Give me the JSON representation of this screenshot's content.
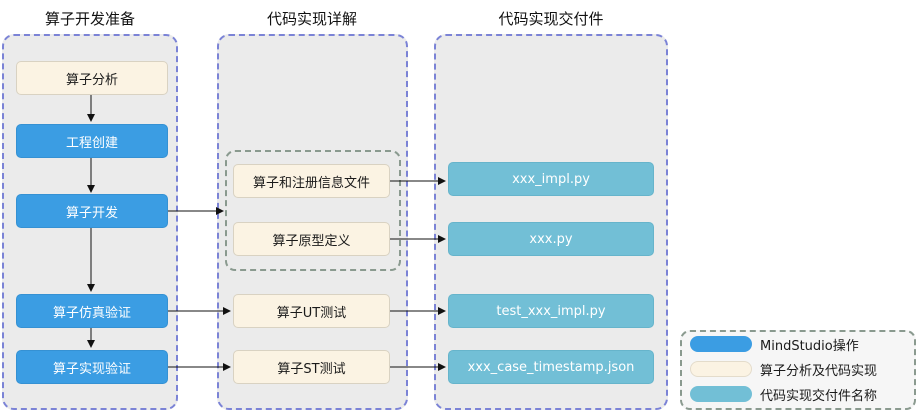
{
  "columns": [
    {
      "title": "算子开发准备"
    },
    {
      "title": "代码实现详解"
    },
    {
      "title": "代码实现交付件"
    }
  ],
  "prep_steps": [
    "算子分析",
    "工程创建",
    "算子开发",
    "算子仿真验证",
    "算子实现验证"
  ],
  "code_steps": [
    "算子和注册信息文件",
    "算子原型定义",
    "算子UT测试",
    "算子ST测试"
  ],
  "deliverables": [
    "xxx_impl.py",
    "xxx.py",
    "test_xxx_impl.py",
    "xxx_case_timestamp.json"
  ],
  "legend": [
    {
      "label": "MindStudio操作",
      "color": "#3b9de3"
    },
    {
      "label": "算子分析及代码实现",
      "color": "#fbf3e3"
    },
    {
      "label": "代码实现交付件名称",
      "color": "#72bfd6"
    }
  ]
}
